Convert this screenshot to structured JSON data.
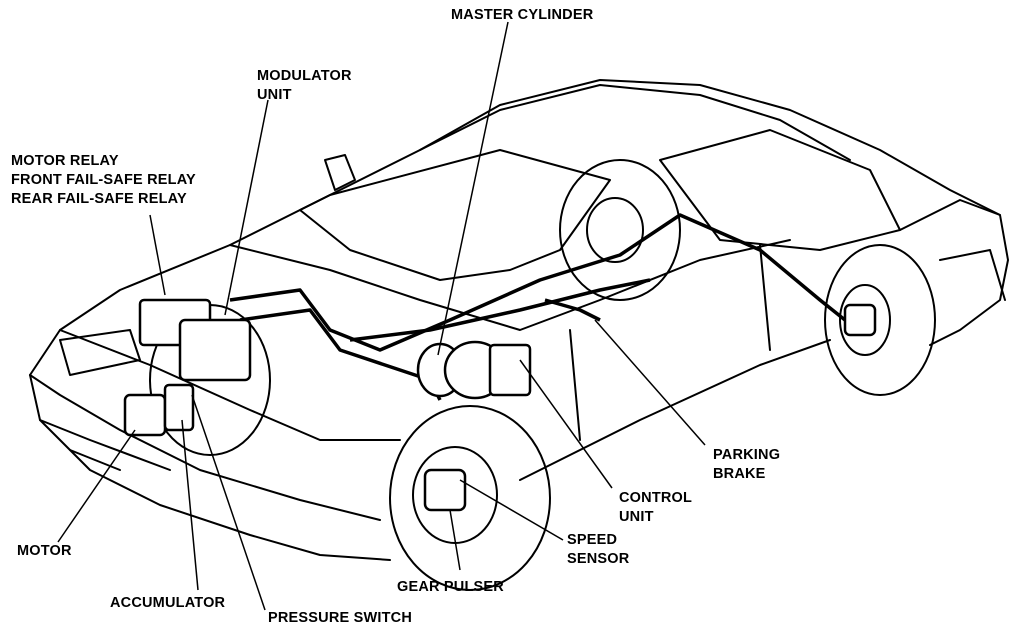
{
  "labels": {
    "master_cylinder": "MASTER CYLINDER",
    "modulator_unit": [
      "MODULATOR",
      "UNIT"
    ],
    "relays": [
      "MOTOR RELAY",
      "FRONT FAIL-SAFE RELAY",
      "REAR FAIL-SAFE RELAY"
    ],
    "parking_brake": [
      "PARKING",
      "BRAKE"
    ],
    "control_unit": [
      "CONTROL",
      "UNIT"
    ],
    "speed_sensor": [
      "SPEED",
      "SENSOR"
    ],
    "gear_pulser": "GEAR PULSER",
    "motor": "MOTOR",
    "accumulator": "ACCUMULATOR",
    "pressure_switch": "PRESSURE SWITCH"
  }
}
